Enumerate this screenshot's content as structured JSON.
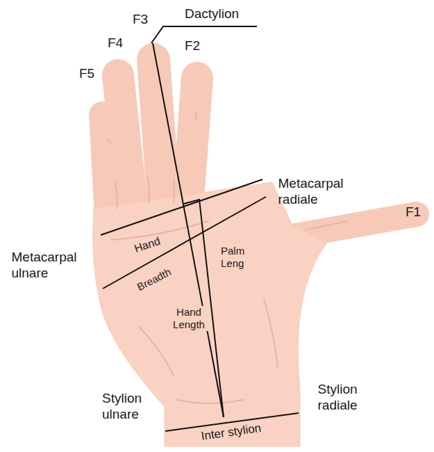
{
  "diagram": {
    "labels": [
      "Dactylion",
      "F3",
      "F4",
      "F2",
      "F5",
      "Metacarpal radiale",
      "F1",
      "Metacarpal ulnare",
      "Hand",
      "Breadth",
      "Palm Leng",
      "Hand Length",
      "Stylion ulnare",
      "Stylion radiale",
      "Inter stylion"
    ]
  }
}
